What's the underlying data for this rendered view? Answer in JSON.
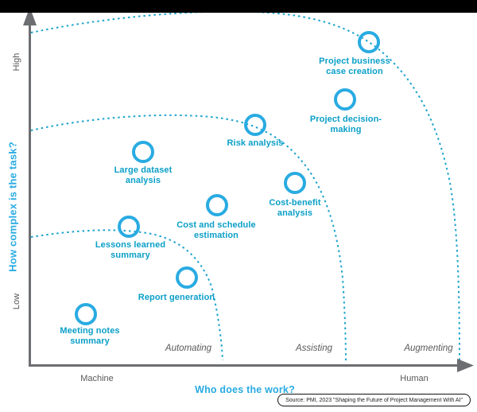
{
  "chart_data": {
    "type": "scatter",
    "title": "",
    "xlabel": "Who does the work?",
    "ylabel": "How complex is the task?",
    "x_axis_labels": [
      "Machine",
      "Human"
    ],
    "y_axis_labels": [
      "Low",
      "High"
    ],
    "zones": [
      "Automating",
      "Assisting",
      "Augmenting"
    ],
    "zone_boundary_x_intercepts": [
      0.44,
      0.71,
      0.97
    ],
    "points": [
      {
        "label": "Meeting notes\nsummary",
        "zone": "Automating",
        "x": 0.13,
        "y": 0.15
      },
      {
        "label": "Report generation",
        "zone": "Automating",
        "x": 0.36,
        "y": 0.25
      },
      {
        "label": "Lessons learned\nsummary",
        "zone": "Automating / Assisting boundary",
        "x": 0.22,
        "y": 0.39
      },
      {
        "label": "Large dataset\nanalysis",
        "zone": "Assisting",
        "x": 0.26,
        "y": 0.6
      },
      {
        "label": "Cost and schedule\nestimation",
        "zone": "Assisting",
        "x": 0.42,
        "y": 0.45
      },
      {
        "label": "Cost-benefit\nanalysis",
        "zone": "Assisting",
        "x": 0.6,
        "y": 0.51
      },
      {
        "label": "Risk analysis",
        "zone": "Assisting / Augmenting boundary",
        "x": 0.51,
        "y": 0.68
      },
      {
        "label": "Project decision-\nmaking",
        "zone": "Augmenting",
        "x": 0.71,
        "y": 0.75
      },
      {
        "label": "Project business\ncase creation",
        "zone": "Augmenting boundary",
        "x": 0.77,
        "y": 0.91
      }
    ],
    "legend": null,
    "grid": false
  },
  "source_bar": {
    "text": "Source: PMI, 2023 \"Shaping the Future of Project Management With AI\""
  },
  "colors": {
    "marker_blue": "#29abe2",
    "label_teal": "#0a9fc7",
    "curve_blue": "#1ba3cd",
    "axis_gray": "#6d6e71",
    "text_gray": "#58595b",
    "source_bar_bg": "#000000"
  }
}
